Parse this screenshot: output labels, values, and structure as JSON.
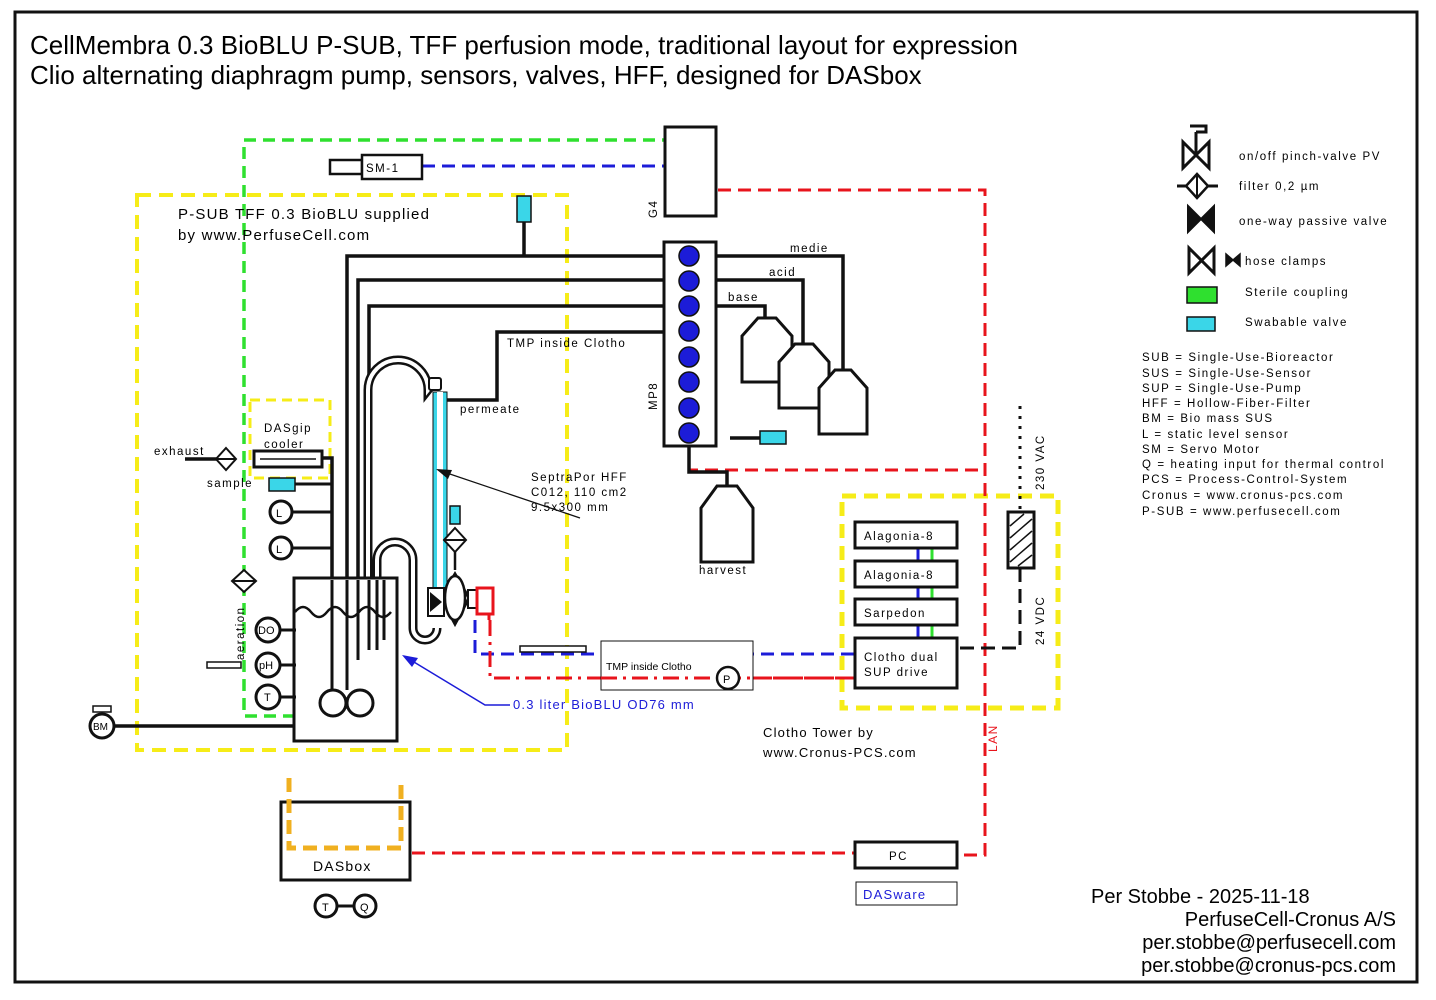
{
  "title": {
    "line1": "CellMembra 0.3 BioBLU P-SUB, TFF perfusion mode, traditional layout for expression",
    "line2": "Clio alternating diaphragm pump, sensors, valves, HFF, designed for DASbox"
  },
  "diagram": {
    "psub_label_1": "P-SUB TFF 0.3 BioBLU supplied",
    "psub_label_2": "by www.PerfuseCell.com",
    "sm1": "SM-1",
    "g4": "G4",
    "mp8": "MP8",
    "medie": "medie",
    "acid": "acid",
    "base": "base",
    "tmp_inside_clotho": "TMP inside Clotho",
    "permeate": "permeate",
    "dasgip_cooler_1": "DASgip",
    "dasgip_cooler_2": "cooler",
    "exhaust": "exhaust",
    "sample": "sample",
    "sensor_L1": "L",
    "sensor_L2": "L",
    "aeration": "aeration",
    "sensor_DO": "DO",
    "sensor_pH": "pH",
    "sensor_T": "T",
    "bm": "BM",
    "hff_1": "SeptraPor HFF",
    "hff_2": "C012, 110 cm2",
    "hff_3": "9.5x300 mm",
    "harvest": "harvest",
    "tmp_box_label": "TMP inside Clotho",
    "tmp_P": "P",
    "bioblu": "0.3 liter BioBLU OD76 mm",
    "alagonia_1": "Alagonia-8",
    "alagonia_2": "Alagonia-8",
    "sarpedon": "Sarpedon",
    "clotho_1": "Clotho dual",
    "clotho_2": "SUP drive",
    "vac": "230 VAC",
    "vdc": "24 VDC",
    "lan": "LAN",
    "tower_1": "Clotho Tower by",
    "tower_2": "www.Cronus-PCS.com",
    "dasbox": "DASbox",
    "pc": "PC",
    "dasware": "DASware",
    "bottom_T": "T",
    "bottom_Q": "Q"
  },
  "legend": {
    "pinch_valve": "on/off pinch-valve PV",
    "filter": "filter 0,2 µm",
    "one_way": "one-way passive valve",
    "hose_clamps": "hose clamps",
    "sterile_coupling": "Sterile coupling",
    "swabable_valve": "Swabable valve",
    "abbreviations": [
      "SUB = Single-Use-Bioreactor",
      "SUS = Single-Use-Sensor",
      "SUP = Single-Use-Pump",
      "HFF = Hollow-Fiber-Filter",
      "BM = Bio mass SUS",
      "L = static level sensor",
      "SM = Servo Motor",
      "Q = heating input for thermal control",
      "PCS = Process-Control-System",
      "Cronus = www.cronus-pcs.com",
      "P-SUB = www.perfusecell.com"
    ]
  },
  "signature": {
    "line1": "Per Stobbe - 2025-11-18",
    "line2": "PerfuseCell-Cronus A/S",
    "line3": "per.stobbe@perfusecell.com",
    "line4": "per.stobbe@cronus-pcs.com"
  },
  "colors": {
    "red": "#e8141c",
    "blue": "#1c1cd8",
    "green": "#2fe02f",
    "yellow": "#f6ec18",
    "orange": "#f0b020",
    "cyan": "#3ad6e8",
    "black": "#111111"
  }
}
